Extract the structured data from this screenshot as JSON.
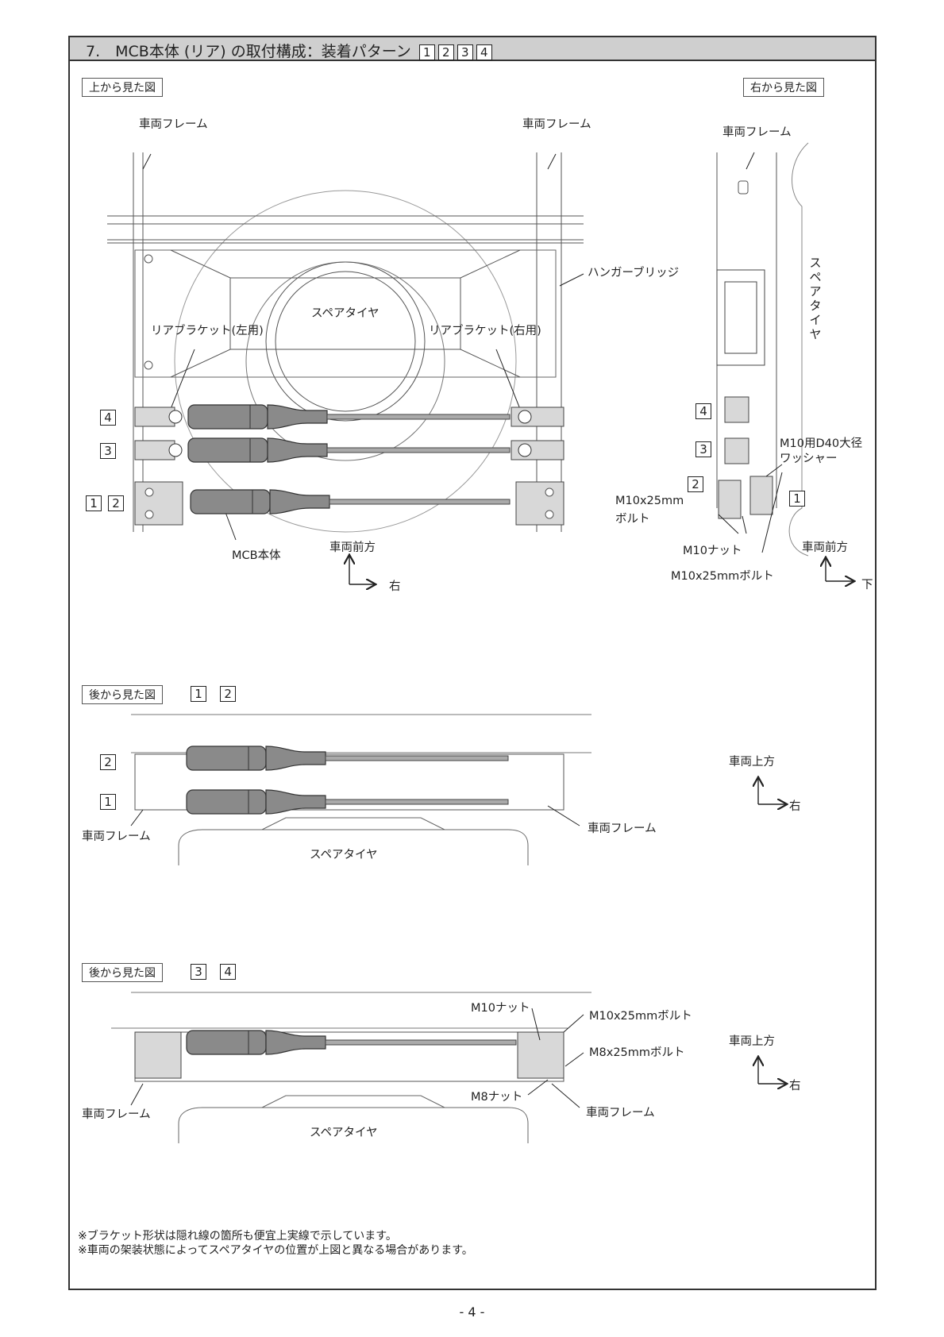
{
  "header": {
    "title": "7.　MCB本体 (リア) の取付構成：装着パターン",
    "patterns": [
      "1",
      "2",
      "3",
      "4"
    ]
  },
  "views": {
    "top": "上から見た図",
    "right": "右から見た図",
    "rear12": "後から見た図",
    "rear34": "後から見た図"
  },
  "rear12_badges": [
    "1",
    "2"
  ],
  "rear34_badges": [
    "3",
    "4"
  ],
  "top_view": {
    "frame_left": "車両フレーム",
    "frame_right": "車両フレーム",
    "hanger_bridge": "ハンガーブリッジ",
    "spare_tire": "スペアタイヤ",
    "rear_bracket_left": "リアブラケット(左用)",
    "rear_bracket_right": "リアブラケット(右用)",
    "mcb_body": "MCB本体",
    "direction_front": "車両前方",
    "direction_right": "右",
    "row_badges": [
      "4",
      "3",
      "1",
      "2"
    ]
  },
  "right_view": {
    "frame": "車両フレーム",
    "spare_tire": "スペアタイヤ",
    "washer_line1": "M10用D40大径",
    "washer_line2": "ワッシャー",
    "bolt_line1": "M10x25mm",
    "bolt_line2": "ボルト",
    "nut": "M10ナット",
    "bolt2": "M10x25mmボルト",
    "direction_front": "車両前方",
    "direction_down": "下",
    "badges": [
      "4",
      "3",
      "2",
      "1"
    ]
  },
  "rear_view_12": {
    "frame_left": "車両フレーム",
    "frame_right": "車両フレーム",
    "spare_tire": "スペアタイヤ",
    "direction_up": "車両上方",
    "direction_right": "右",
    "row_badges": [
      "2",
      "1"
    ]
  },
  "rear_view_34": {
    "m10_nut": "M10ナット",
    "m10_bolt": "M10x25mmボルト",
    "m8_bolt": "M8x25mmボルト",
    "m8_nut": "M8ナット",
    "frame_left": "車両フレーム",
    "frame_right": "車両フレーム",
    "spare_tire": "スペアタイヤ",
    "direction_up": "車両上方",
    "direction_right": "右"
  },
  "notes": [
    "※ブラケット形状は隠れ線の箇所も便宜上実線で示しています。",
    "※車両の架装状態によってスペアタイヤの位置が上図と異なる場合があります。"
  ],
  "page_number": "- 4 -"
}
